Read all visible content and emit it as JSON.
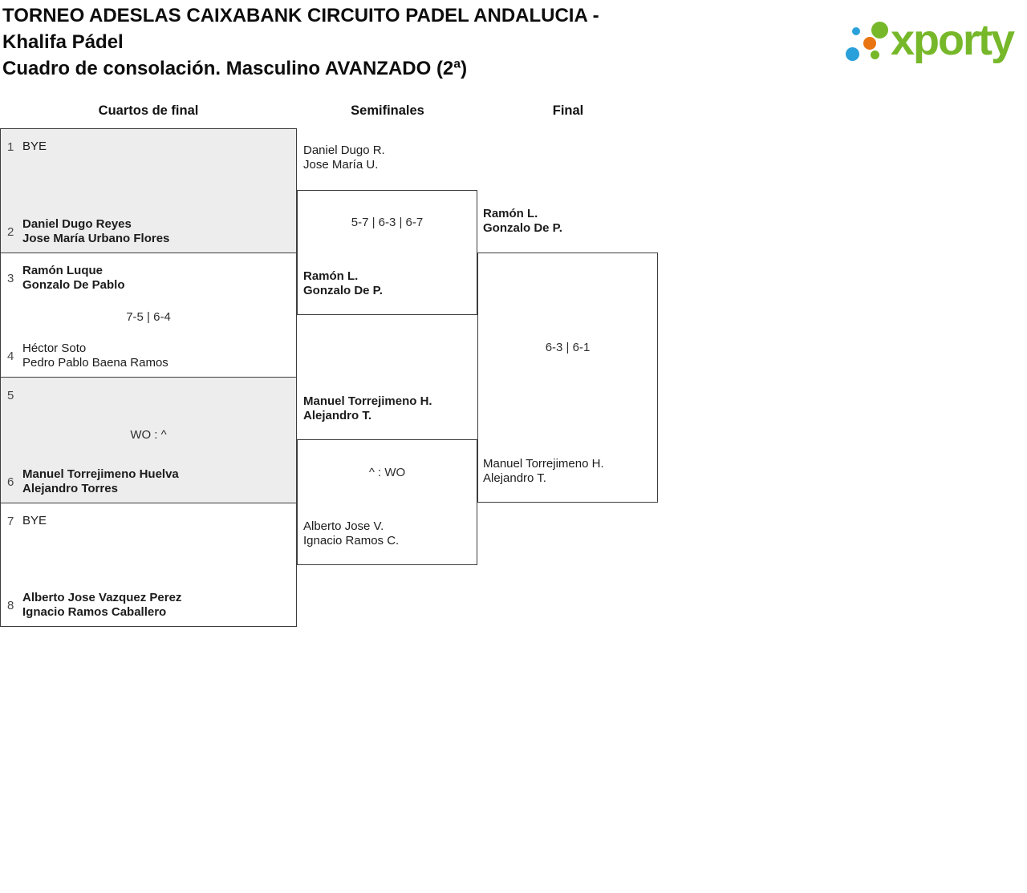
{
  "title": {
    "line1": "TORNEO ADESLAS CAIXABANK CIRCUITO PADEL ANDALUCIA -",
    "line2": "Khalifa Pádel",
    "line3": "Cuadro de consolación. Masculino AVANZADO (2ª)"
  },
  "logo": {
    "text": "xporty",
    "colors": {
      "green": "#76b82a",
      "blue": "#29a0da",
      "orange": "#e87511"
    }
  },
  "rounds": {
    "qf": "Cuartos de final",
    "sf": "Semifinales",
    "final": "Final"
  },
  "qf": [
    {
      "top": {
        "seed": "1",
        "names": [
          "BYE",
          ""
        ]
      },
      "score": "",
      "bottom": {
        "seed": "2",
        "names": [
          "Daniel Dugo Reyes",
          "Jose María Urbano Flores"
        ]
      }
    },
    {
      "top": {
        "seed": "3",
        "names": [
          "Ramón Luque",
          "Gonzalo De Pablo"
        ]
      },
      "score": "7-5 | 6-4",
      "bottom": {
        "seed": "4",
        "names": [
          "Héctor Soto",
          "Pedro Pablo Baena Ramos"
        ]
      }
    },
    {
      "top": {
        "seed": "5",
        "names": [
          "",
          ""
        ]
      },
      "score": "WO : ^",
      "bottom": {
        "seed": "6",
        "names": [
          "Manuel Torrejimeno Huelva",
          "Alejandro Torres"
        ]
      }
    },
    {
      "top": {
        "seed": "7",
        "names": [
          "BYE",
          ""
        ]
      },
      "score": "",
      "bottom": {
        "seed": "8",
        "names": [
          "Alberto Jose Vazquez Perez",
          "Ignacio Ramos Caballero"
        ]
      }
    }
  ],
  "sf": [
    {
      "top": [
        "Daniel Dugo R.",
        "Jose María U."
      ],
      "score": "5-7 | 6-3 | 6-7",
      "bottom": [
        "Ramón L.",
        "Gonzalo De P."
      ]
    },
    {
      "top": [
        "Manuel Torrejimeno H.",
        "Alejandro T."
      ],
      "score": "^ : WO",
      "bottom": [
        "Alberto Jose V.",
        "Ignacio Ramos C."
      ]
    }
  ],
  "final": {
    "top": [
      "Ramón L.",
      "Gonzalo De P."
    ],
    "score": "6-3 | 6-1",
    "bottom": [
      "Manuel Torrejimeno H.",
      "Alejandro T."
    ]
  }
}
